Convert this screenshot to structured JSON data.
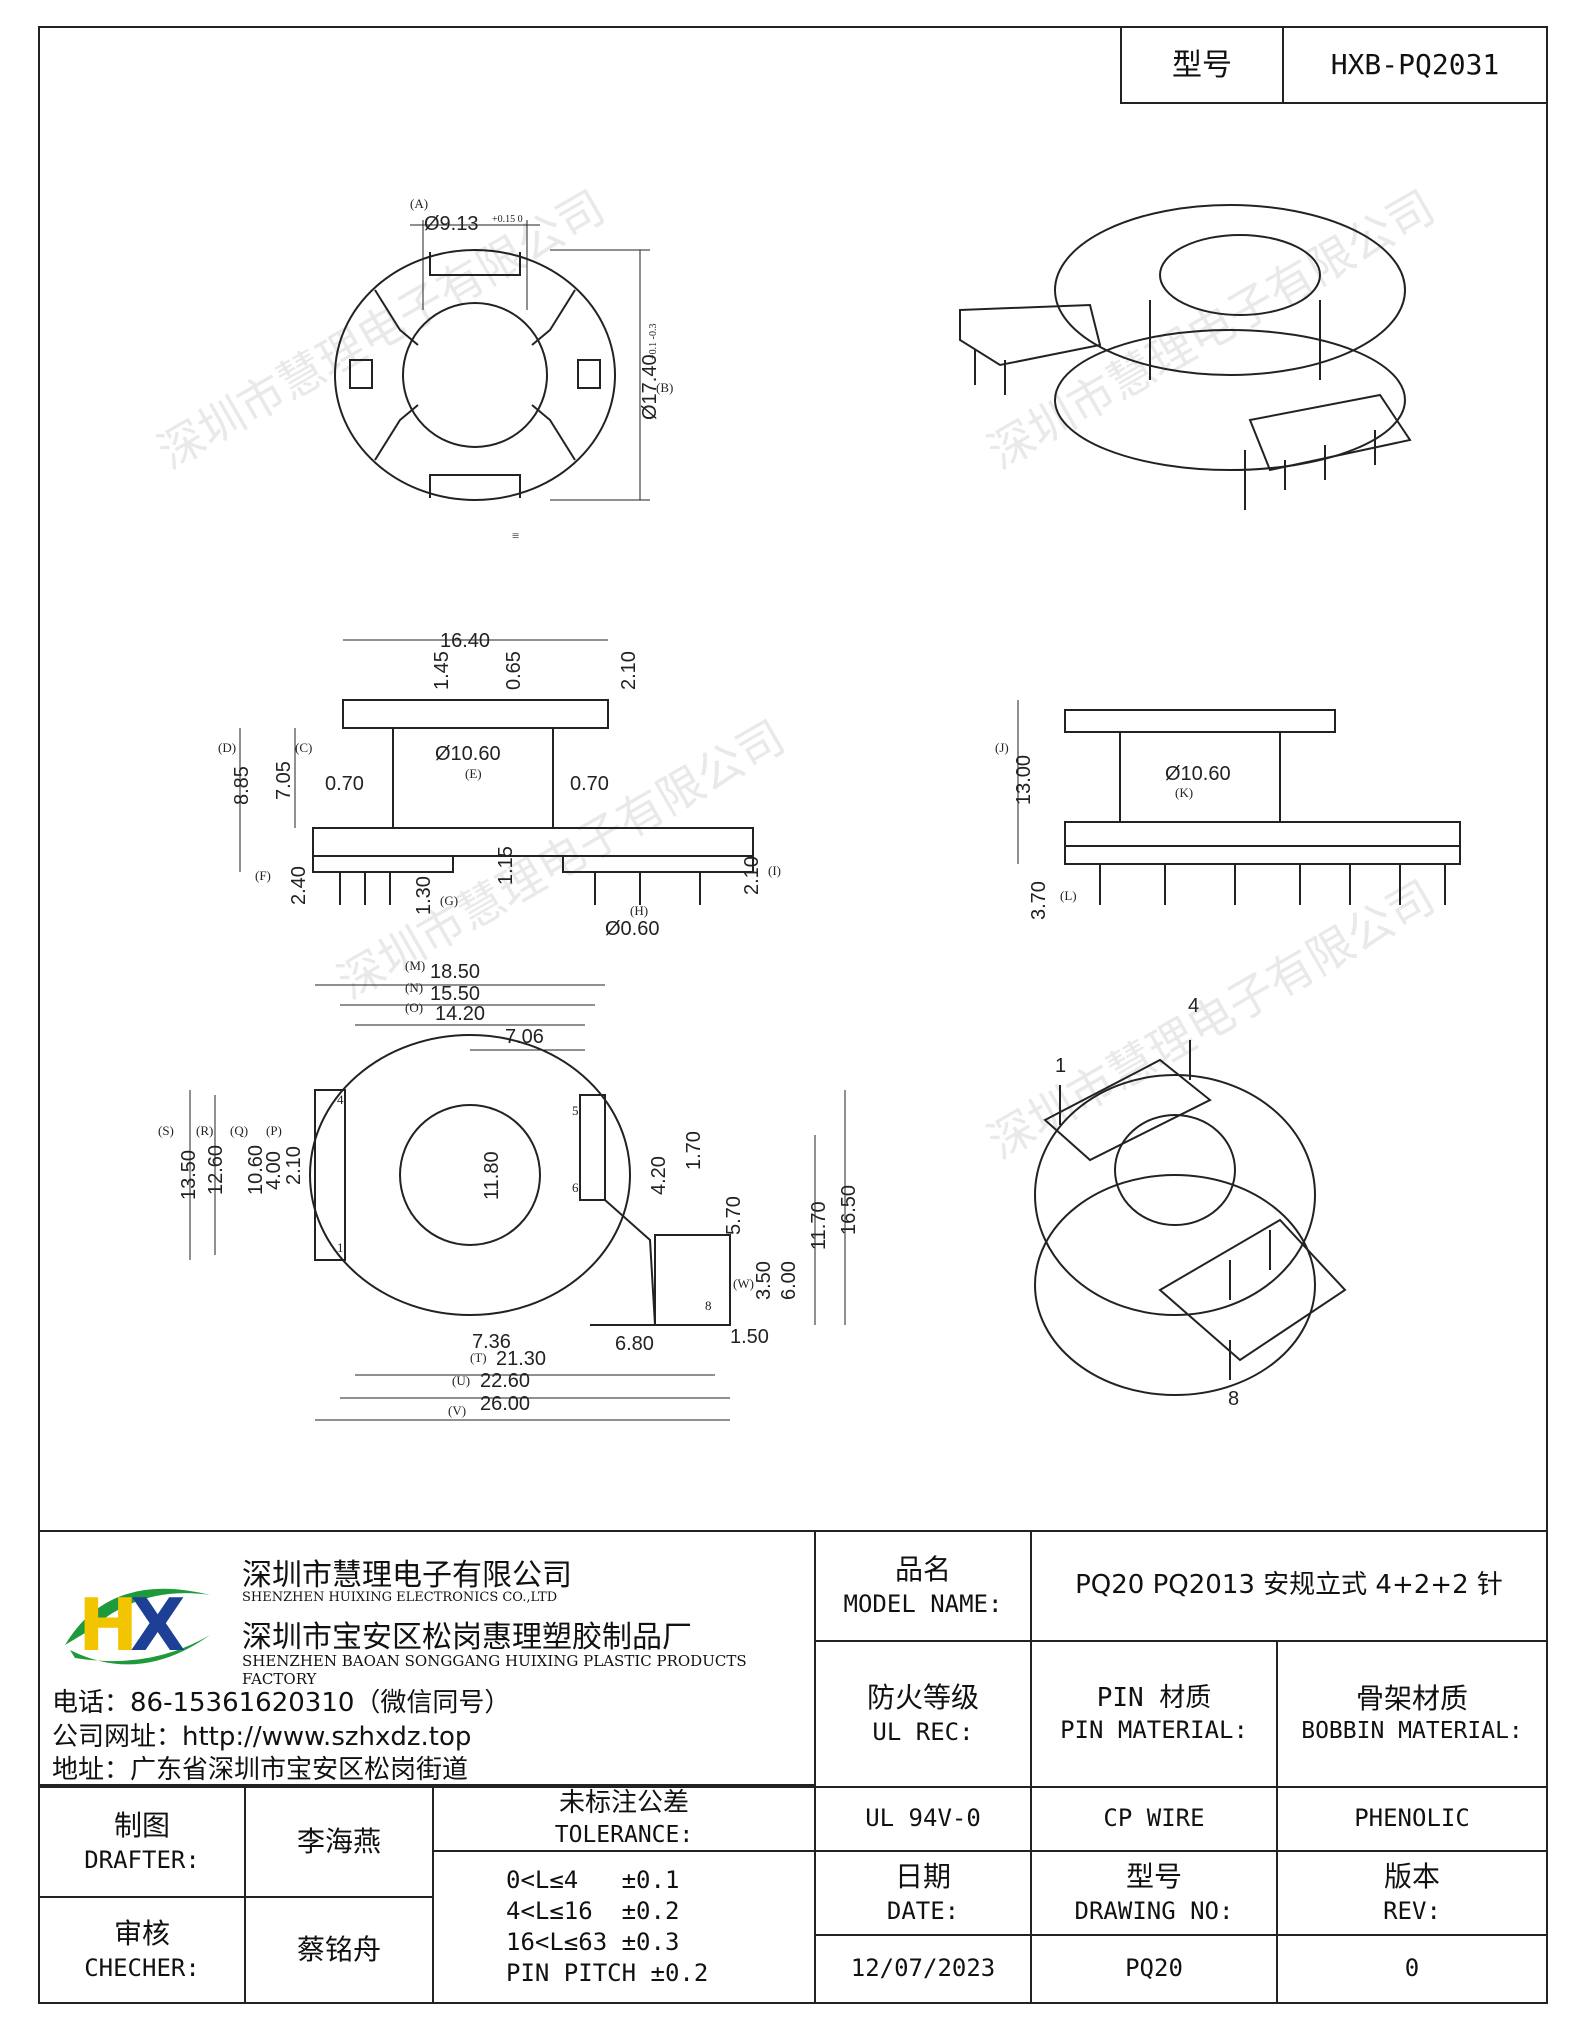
{
  "header": {
    "model_label": "型号",
    "model_value": "HXB-PQ2031"
  },
  "watermark": "深圳市慧理电子有限公司",
  "top_view": {
    "dim_a": "Ø9.13",
    "dim_a_tol": "+0.15 0",
    "dim_a_tag": "(A)",
    "dim_b": "Ø17.40",
    "dim_b_tol": "+0.1 -0.3",
    "dim_b_tag": "(B)",
    "small_mark": "≡"
  },
  "front_view": {
    "w_top": "16.40",
    "h_1_45": "1.45",
    "h_0_65": "0.65",
    "h_2_10": "2.10",
    "tag_d": "(D)",
    "tag_c": "(C)",
    "h_8_85": "8.85",
    "h_7_05": "7.05",
    "w_0_70_l": "0.70",
    "d_10_60": "Ø10.60",
    "tag_e": "(E)",
    "w_0_70_r": "0.70",
    "tag_f": "(F)",
    "h_2_40": "2.40",
    "h_1_15": "1.15",
    "h_2_10_b": "2.10",
    "tag_i": "(I)",
    "h_1_30": "1.30",
    "tag_g": "(G)",
    "tag_h": "(H)",
    "d_0_60": "Ø0.60"
  },
  "side_view": {
    "tag_j": "(J)",
    "h_13_00": "13.00",
    "d_10_60": "Ø10.60",
    "tag_k": "(K)",
    "h_3_70": "3.70",
    "tag_l": "(L)"
  },
  "bottom_view": {
    "tag_m": "(M)",
    "w_18_50": "18.50",
    "tag_n": "(N)",
    "w_15_50": "15.50",
    "tag_o": "(O)",
    "w_14_20": "14.20",
    "w_7_06": "7.06",
    "tag_s": "(S)",
    "h_13_50": "13.50",
    "tag_r": "(R)",
    "h_12_60": "12.60",
    "tag_q": "(Q)",
    "h_10_60": "10.60",
    "tag_p": "(P)",
    "h_4_00": "4.00",
    "h_2_10": "2.10",
    "h_11_80": "11.80",
    "h_4_20": "4.20",
    "h_1_70": "1.70",
    "h_5_70": "5.70",
    "h_11_70": "11.70",
    "h_16_50": "16.50",
    "h_3_50": "3.50",
    "h_6_00": "6.00",
    "tag_w": "(W)",
    "w_7_36": "7.36",
    "w_6_80": "6.80",
    "w_1_50": "1.50",
    "tag_t": "(T)",
    "w_21_30": "21.30",
    "tag_u": "(U)",
    "w_22_60": "22.60",
    "tag_v": "(V)",
    "w_26_00": "26.00",
    "pin_4": "4",
    "pin_1": "1",
    "pin_5": "5",
    "pin_6": "6",
    "pin_8": "8"
  },
  "iso_bottom": {
    "pin_1": "1",
    "pin_4": "4",
    "pin_8": "8"
  },
  "company": {
    "name_cn": "深圳市慧理电子有限公司",
    "name_en": "SHENZHEN HUIXING ELECTRONICS CO.,LTD",
    "factory_cn": "深圳市宝安区松岗惠理塑胶制品厂",
    "factory_en": "SHENZHEN BAOAN SONGGANG HUIXING PLASTIC PRODUCTS FACTORY",
    "phone": "电话：86-15361620310（微信同号）",
    "website": "公司网址：http://www.szhxdz.top",
    "address": "地址：广东省深圳市宝安区松岗街道",
    "logo_text": "HX",
    "logo_colors": {
      "green": "#1f9a3a",
      "yellow": "#f2c500",
      "blue": "#1d3f95"
    }
  },
  "title_block": {
    "model_name_cn": "品名",
    "model_name_en": "MODEL NAME:",
    "model_name_value": "PQ20 PQ2013 安规立式 4+2+2 针",
    "ul_cn": "防火等级",
    "ul_en": "UL REC:",
    "pin_mat_cn": "PIN 材质",
    "pin_mat_en": "PIN MATERIAL:",
    "bobbin_mat_cn": "骨架材质",
    "bobbin_mat_en": "BOBBIN MATERIAL:",
    "ul_value": "UL 94V-0",
    "pin_value": "CP WIRE",
    "bobbin_value": "PHENOLIC",
    "drafter_cn": "制图",
    "drafter_en": "DRAFTER:",
    "drafter_name": "李海燕",
    "checker_cn": "审核",
    "checker_en": "CHECHER:",
    "checker_name": "蔡铭舟",
    "tolerance_cn": "未标注公差",
    "tolerance_en": "TOLERANCE:",
    "tol_1": "0<L≤4   ±0.1",
    "tol_2": "4<L≤16  ±0.2",
    "tol_3": "16<L≤63 ±0.3",
    "tol_4": "PIN PITCH ±0.2",
    "date_cn": "日期",
    "date_en": "DATE:",
    "drawing_cn": "型号",
    "drawing_en": "DRAWING NO:",
    "rev_cn": "版本",
    "rev_en": "REV:",
    "date_value": "12/07/2023",
    "drawing_value": "PQ20",
    "rev_value": "0"
  }
}
